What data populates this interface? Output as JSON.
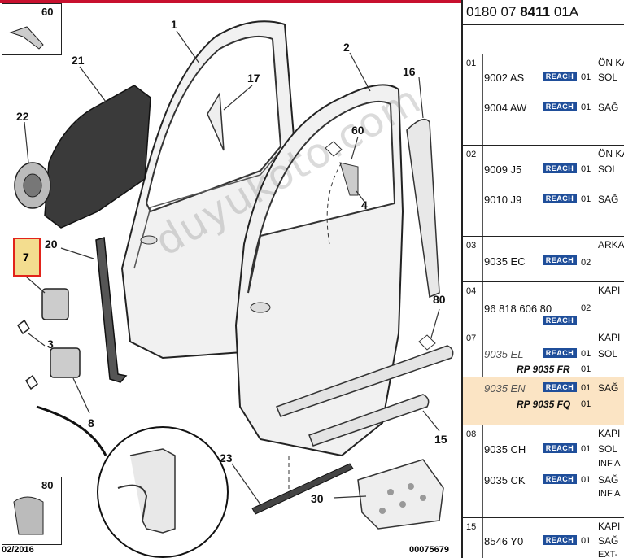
{
  "diagram": {
    "callouts": [
      "1",
      "2",
      "3",
      "4",
      "7",
      "8",
      "15",
      "16",
      "17",
      "20",
      "21",
      "22",
      "23",
      "30",
      "60",
      "80"
    ],
    "box_callouts": {
      "top_left": "60",
      "bottom_left": "80"
    },
    "watermark": "duyukoto.com",
    "date": "02/2016",
    "drawing_ref": "00075679",
    "highlight_color": "#f3dd8f",
    "accent_color": "#c8102e"
  },
  "panel": {
    "reference_prefix": "0180 07",
    "reference_bold": "8411",
    "reference_suffix": "01A",
    "badge_label": "REACH",
    "groups": [
      {
        "num": "01",
        "desc": "ÖN KA",
        "rows": [
          {
            "part": "9002 AS",
            "qty": "01",
            "side": "SOL"
          },
          {
            "part": "9004 AW",
            "qty": "01",
            "side": "SAĞ"
          }
        ]
      },
      {
        "num": "02",
        "desc": "ÖN KA",
        "rows": [
          {
            "part": "9009 J5",
            "qty": "01",
            "side": "SOL"
          },
          {
            "part": "9010 J9",
            "qty": "01",
            "side": "SAĞ"
          }
        ]
      },
      {
        "num": "03",
        "desc": "ARKA",
        "rows": [
          {
            "part": "9035 EC",
            "qty": "02",
            "side": ""
          }
        ]
      },
      {
        "num": "04",
        "desc": "KAPI",
        "rows": [
          {
            "part": "96 818 606 80",
            "qty": "02",
            "side": ""
          }
        ]
      },
      {
        "num": "07",
        "desc": "KAPI",
        "rows": [
          {
            "part": "9035 EL",
            "qty": "01",
            "side": "SOL",
            "replaced_by": "RP 9035 FR",
            "rp_qty": "01"
          },
          {
            "part": "9035 EN",
            "qty": "01",
            "side": "SAĞ",
            "replaced_by": "RP 9035 FQ",
            "rp_qty": "01"
          }
        ]
      },
      {
        "num": "08",
        "desc": "KAPI",
        "rows": [
          {
            "part": "9035 CH",
            "qty": "01",
            "side": "SOL",
            "note": "INF A"
          },
          {
            "part": "9035 CK",
            "qty": "01",
            "side": "SAĞ",
            "note": "INF A"
          }
        ]
      },
      {
        "num": "15",
        "desc": "KAPI",
        "rows": [
          {
            "part": "8546 Y0",
            "qty": "01",
            "side": "SAĞ",
            "note": "EXT-"
          }
        ]
      }
    ],
    "highlight_row_color": "#fbe4c4",
    "badge_color": "#1f4e9a"
  }
}
